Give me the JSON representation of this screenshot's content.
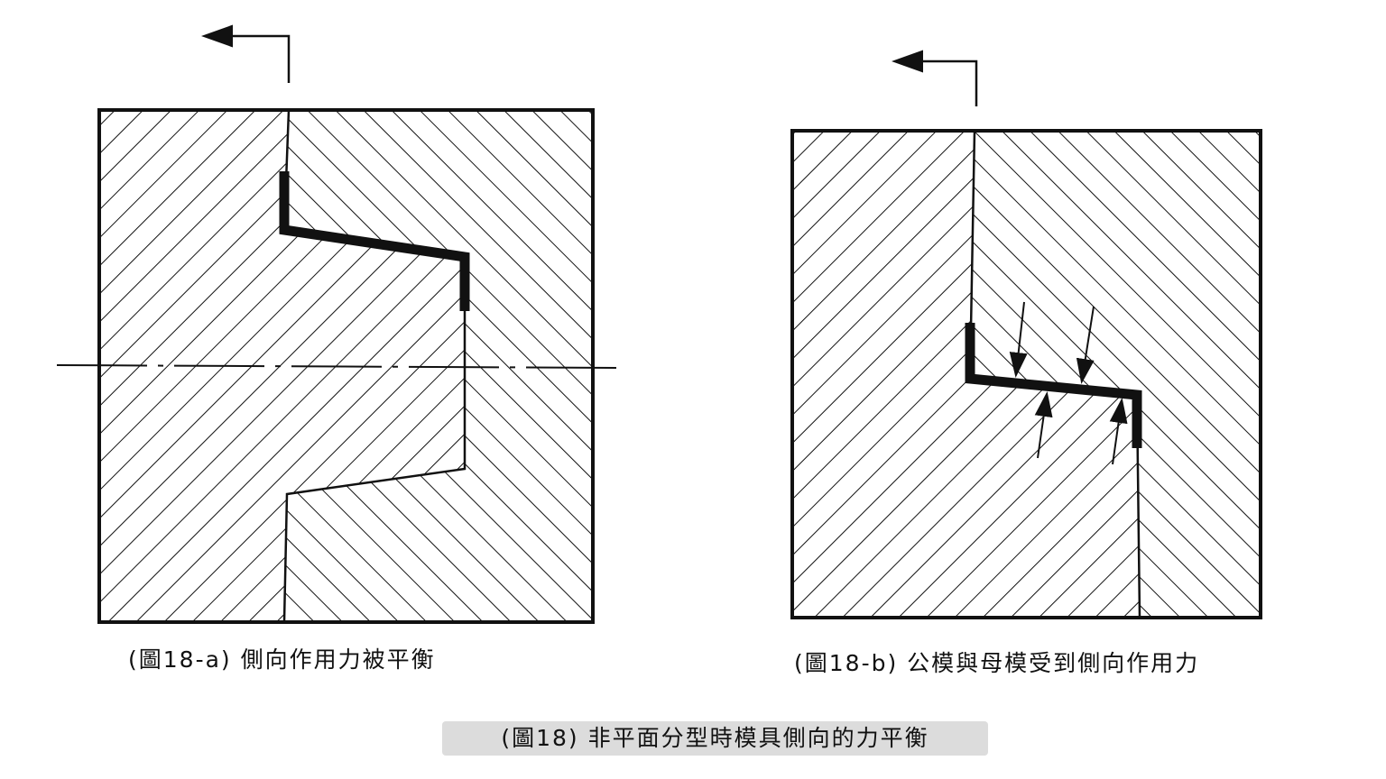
{
  "figure_a": {
    "caption": "(圖18-a) 側向作用力被平衡"
  },
  "figure_b": {
    "caption": "(圖18-b) 公模與母模受到側向作用力"
  },
  "main_caption": "(圖18) 非平面分型時模具側向的力平衡"
}
